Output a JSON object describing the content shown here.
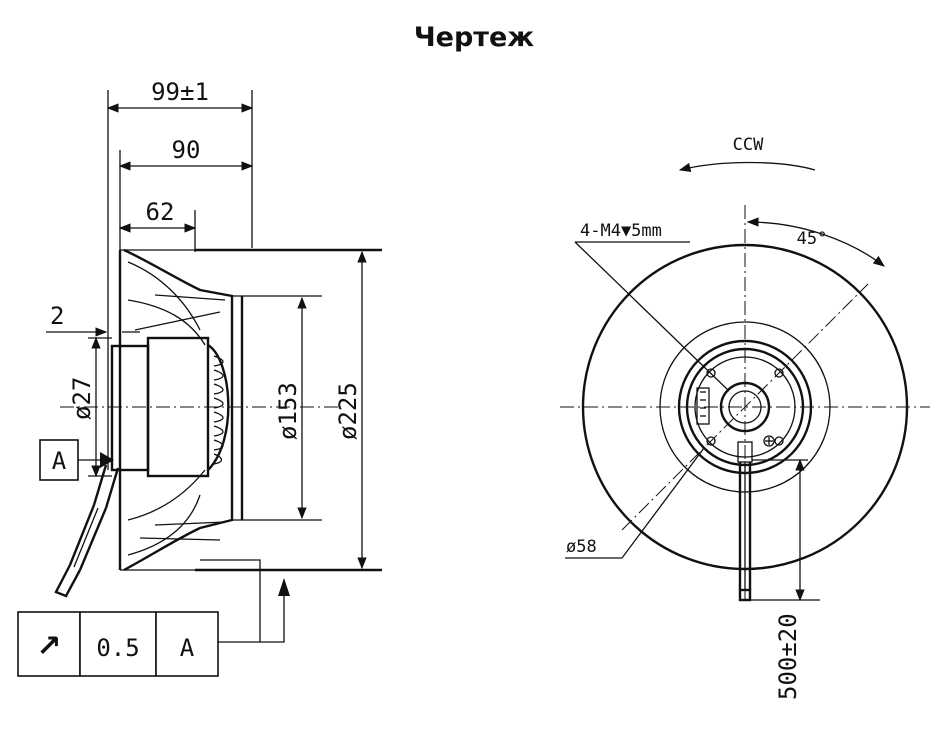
{
  "title": "Чертеж",
  "side_view": {
    "dim_overall_width": "99±1",
    "dim_width": "90",
    "dim_inlet_depth": "62",
    "dim_offset": "2",
    "dim_hub_diameter": "ø27",
    "dim_inner_diameter": "ø153",
    "dim_outer_diameter": "ø225",
    "datum_label": "A",
    "tolerance_frame": {
      "symbol": "↗",
      "value": "0.5",
      "datum": "A"
    }
  },
  "front_view": {
    "rotation_label": "CCW",
    "mount_label": "4-M4▼5mm",
    "angle_label": "45°",
    "dim_bolt_circle": "ø58",
    "dim_cable_length": "500±20"
  }
}
